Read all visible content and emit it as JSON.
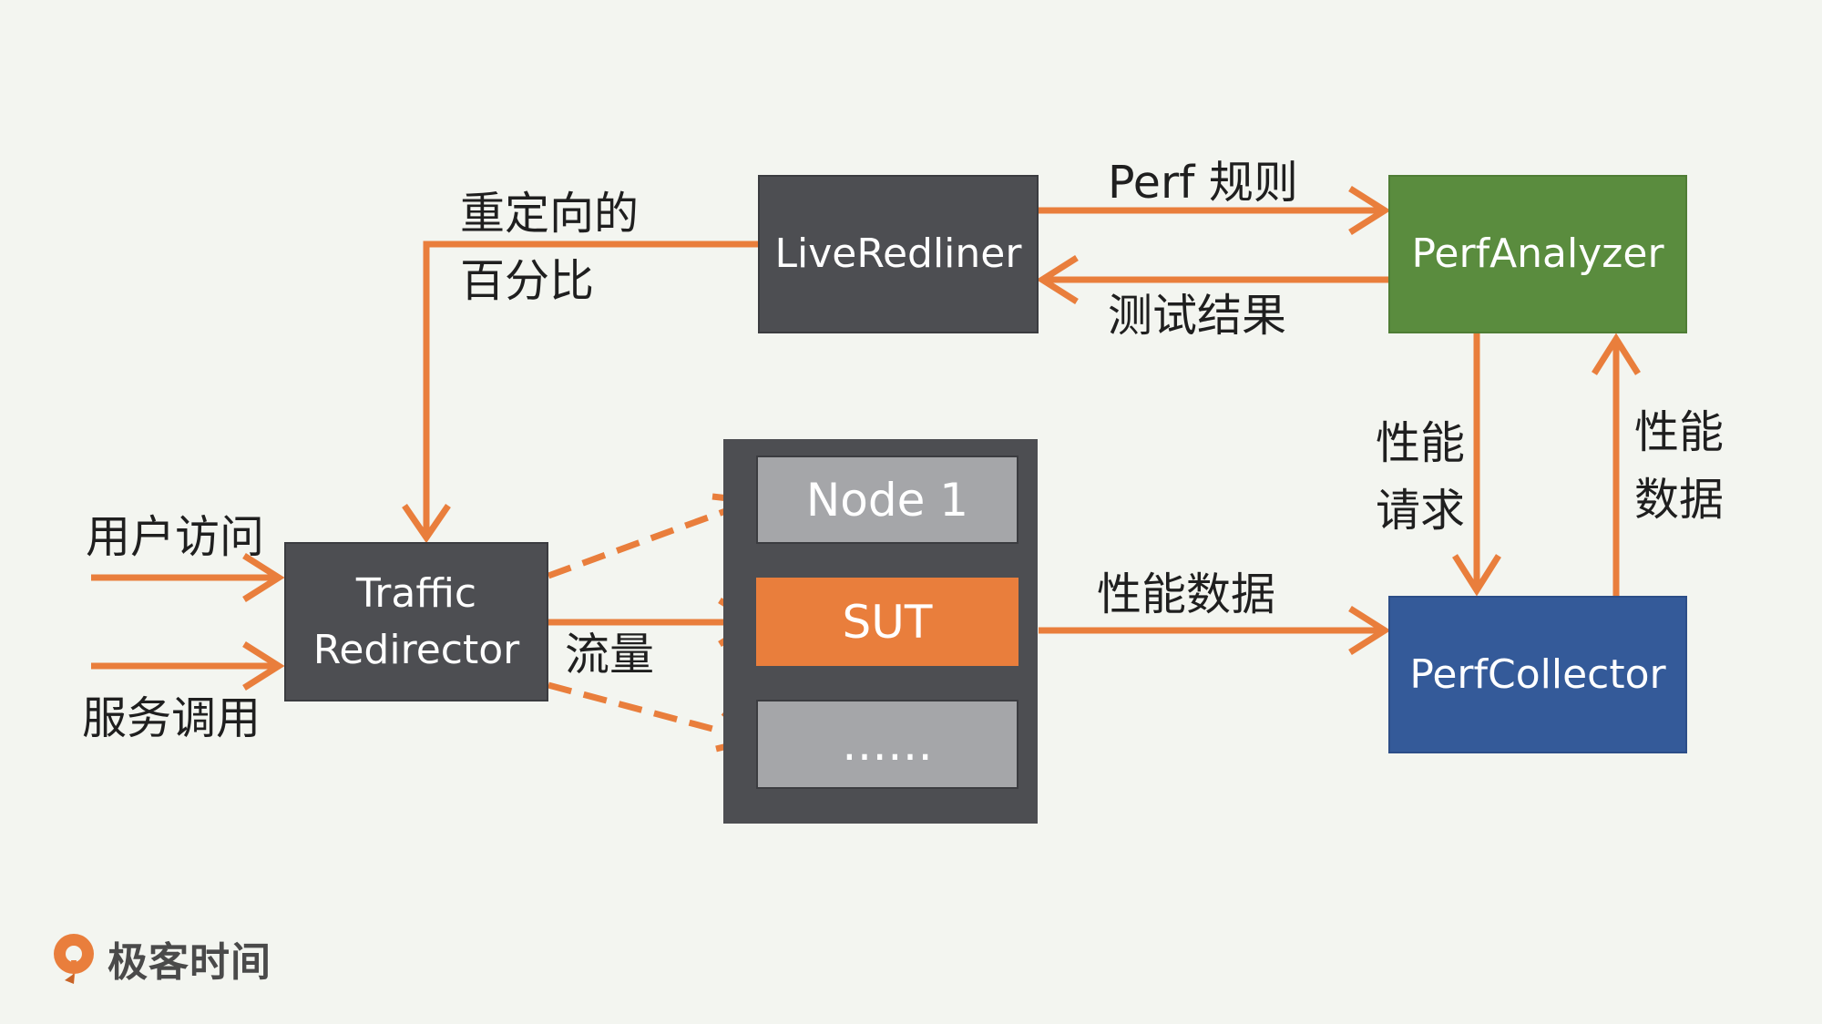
{
  "nodes": {
    "traffic_redirector": "Traffic\nRedirector",
    "live_redliner": "LiveRedliner",
    "perf_analyzer": "PerfAnalyzer",
    "perf_collector": "PerfCollector",
    "node1": "Node 1",
    "sut": "SUT",
    "more": "……"
  },
  "labels": {
    "user_access": "用户访问",
    "service_call": "服务调用",
    "redirect_percent_line1": "重定向的",
    "redirect_percent_line2": "百分比",
    "traffic": "流量",
    "perf_rules": "Perf 规则",
    "test_results": "测试结果",
    "perf_request_line1": "性能",
    "perf_request_line2": "请求",
    "perf_data_line1": "性能",
    "perf_data_line2": "数据",
    "perf_data_horizontal": "性能数据"
  },
  "brand": {
    "name": "极客时间"
  },
  "colors": {
    "arrow": "#e97e3c",
    "dark_box": "#4d4e52",
    "green_box": "#5a8c3e",
    "blue_box": "#345a99",
    "sut_box": "#e97e3c",
    "grey_box": "#a5a6a9",
    "background": "#f3f5f0"
  }
}
